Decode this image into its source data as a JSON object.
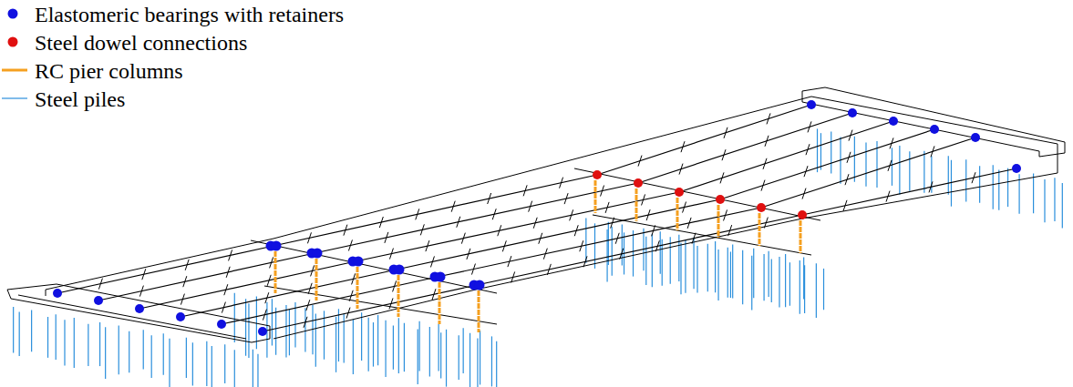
{
  "diagram": {
    "legend": [
      {
        "text": "Elastomeric bearings with retainers",
        "color": "#1010e0"
      },
      {
        "text": "Steel dowel connections",
        "color": "#e01010"
      },
      {
        "text": "RC pier columns"
      },
      {
        "text": "Steel piles"
      }
    ]
  }
}
